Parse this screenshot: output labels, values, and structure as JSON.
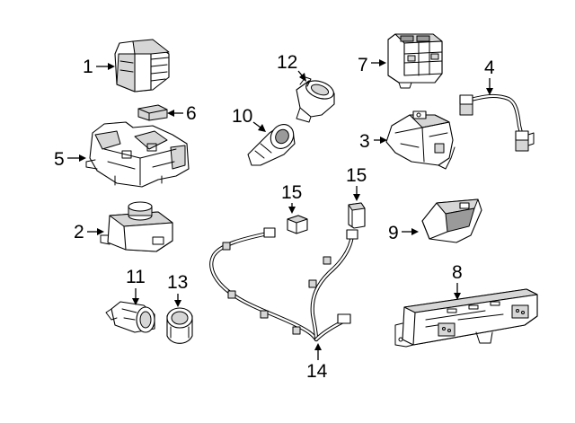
{
  "callouts": [
    {
      "num": "1"
    },
    {
      "num": "2"
    },
    {
      "num": "3"
    },
    {
      "num": "4"
    },
    {
      "num": "5"
    },
    {
      "num": "6"
    },
    {
      "num": "7"
    },
    {
      "num": "8"
    },
    {
      "num": "9"
    },
    {
      "num": "10"
    },
    {
      "num": "11"
    },
    {
      "num": "12"
    },
    {
      "num": "13"
    },
    {
      "num": "14"
    },
    {
      "num": "15"
    },
    {
      "num": "15"
    }
  ],
  "colors": {
    "line": "#000000",
    "background": "#ffffff",
    "shade": "#d6d6d6"
  }
}
